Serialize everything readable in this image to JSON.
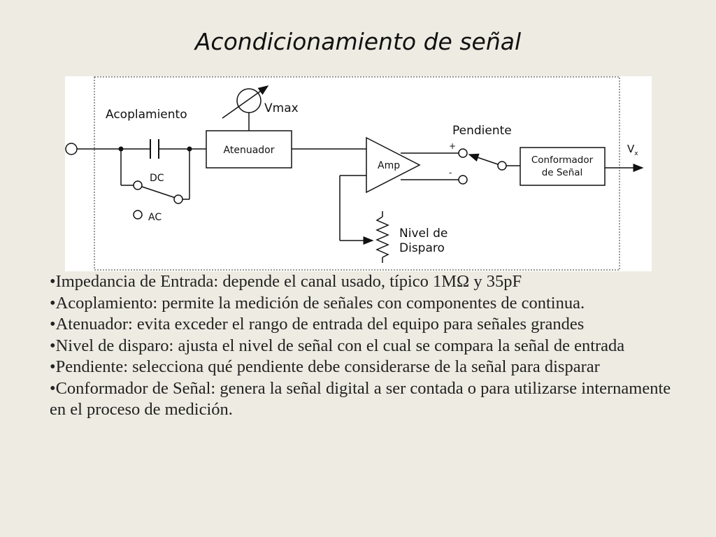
{
  "slide": {
    "title": "Acondicionamiento de señal"
  },
  "diagram": {
    "labels": {
      "coupling": "Acoplamiento",
      "vmax": "Vmax",
      "attenuator": "Atenuador",
      "dc": "DC",
      "ac": "AC",
      "amp": "Amp",
      "slope": "Pendiente",
      "plus": "+",
      "minus": "-",
      "shaper_line1": "Conformador",
      "shaper_line2": "de Señal",
      "output": "V",
      "output_sub": "x",
      "trigger_line1": "Nivel de",
      "trigger_line2": "Disparo"
    }
  },
  "bullets": [
    "•Impedancia de Entrada: depende el canal usado, típico 1MΩ y 35pF",
    "•Acoplamiento: permite la medición de señales con componentes de continua.",
    "•Atenuador: evita exceder el rango de entrada del equipo para señales grandes",
    "•Nivel de disparo: ajusta el nivel de señal con el cual se compara la señal de entrada",
    "•Pendiente: selecciona qué pendiente debe considerarse de la señal para disparar",
    "•Conformador de Señal: genera la señal digital a ser contada o para utilizarse internamente en el proceso de medición."
  ]
}
